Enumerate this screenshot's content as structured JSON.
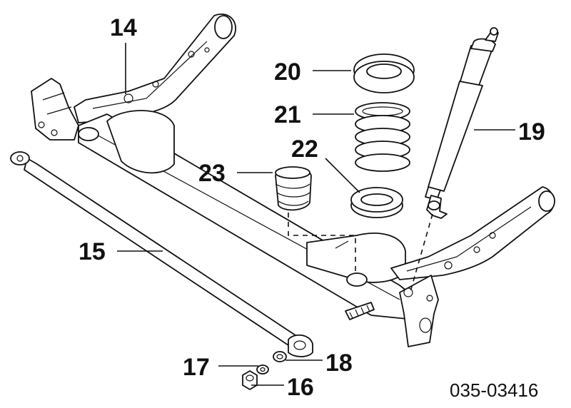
{
  "callouts": {
    "c14": "14",
    "c15": "15",
    "c16": "16",
    "c17": "17",
    "c18": "18",
    "c19": "19",
    "c20": "20",
    "c21": "21",
    "c22": "22",
    "c23": "23"
  },
  "figure_code": "035-03416",
  "colors": {
    "ink": "#111111",
    "paper": "#ffffff"
  }
}
